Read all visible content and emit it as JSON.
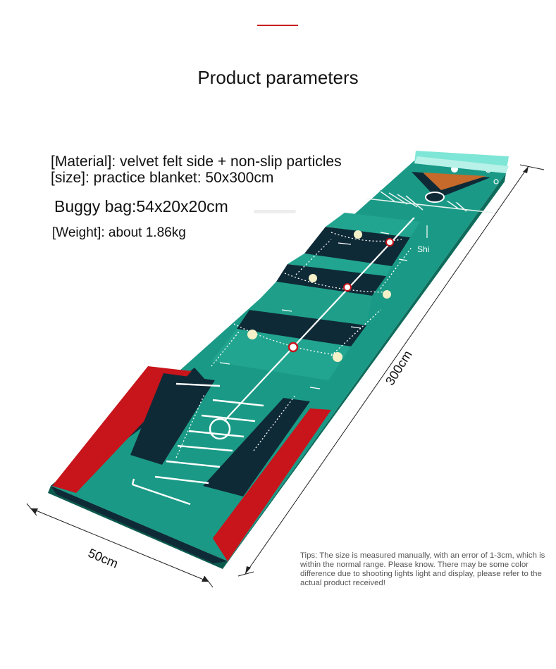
{
  "header": {
    "ghost_text": "",
    "title": "Product parameters"
  },
  "specs": {
    "material": "[Material]: velvet felt side + non-slip particles",
    "size": "[size]: practice blanket: 50x300cm",
    "buggy_bag": "Buggy bag:54x20x20cm",
    "weight": "[Weight]: about 1.86kg"
  },
  "mat": {
    "brand_text": "Shi",
    "colors": {
      "green": "#1a9a86",
      "dark": "#0f2a37",
      "red": "#c8141b",
      "cup": "#c56a2a"
    }
  },
  "dimensions": {
    "width_label": "50cm",
    "length_label": "300cm"
  },
  "tips": "Tips: The size is measured manually, with an error of 1-3cm, which is within the normal range. Please know. There may be some color difference due to shooting lights light and display, please refer to the actual product received!"
}
